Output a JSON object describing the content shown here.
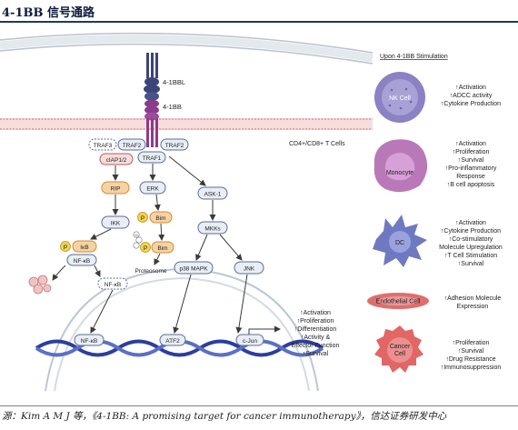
{
  "header": {
    "title": "4-1BB 信号通路"
  },
  "diagram": {
    "ligand_label": "4-1BBL",
    "receptor_label": "4-1BB",
    "cell_label": "CD4+/CD8+ T Cells",
    "nodes": {
      "traf3": "TRAF3",
      "traf2_left": "TRAF2",
      "traf2_right": "TRAF2",
      "traf1": "TRAF1",
      "ciap": "cIAP1/2",
      "rip": "RIP",
      "ikk": "IKK",
      "p_ikb": "P",
      "ikb": "IκB",
      "nfkb_cyto": "NF-κB",
      "erk": "ERK",
      "p_bim1": "P",
      "bim1": "Bim",
      "ub": "Ub",
      "p_bim2": "P",
      "bim2": "Bim",
      "proteosome": "Proteosome",
      "ask1": "ASK-1",
      "mkks": "MKKs",
      "p38": "p38 MAPK",
      "jnk": "JNK",
      "nfkb_nuc": "NF-κB",
      "nfkb_dna": "NF-κB",
      "atf2": "ATF2",
      "cjun": "c-Jun"
    },
    "tcell_outcomes": [
      "↑Activation",
      "↑Proliferation",
      "↑Differentiation",
      "↑Activity &",
      "Effector Function",
      "↑Survival"
    ]
  },
  "stimulation": {
    "title": "Upon 4-1BB Stimulation",
    "cells": [
      {
        "name": "NK Cell",
        "effects": [
          "↑Activation",
          "↑ADCC activity",
          "↑Cytokine Production"
        ]
      },
      {
        "name": "Monocyte",
        "effects": [
          "↑Activation",
          "↑Proliferation",
          "↑Survival",
          "↑Pro-inflammatory",
          "Response",
          "↑B cell apoptosis"
        ]
      },
      {
        "name": "DC",
        "effects": [
          "↑Activation",
          "↑Cytokine Production",
          "↑Co-stimulatory",
          "Molecule Upregulation",
          "↑T Cell Stimulation",
          "↑Survival"
        ]
      },
      {
        "name": "Endothelial Cell",
        "effects": [
          "↑Adhesion Molecule",
          "Expression"
        ]
      },
      {
        "name_lines": [
          "Cancer",
          "Cell"
        ],
        "effects": [
          "↑Proliferation",
          "↑Survival",
          "↑Drug Resistance",
          "↑Immunosuppression"
        ]
      }
    ]
  },
  "footer": {
    "source": "源：Kim A M J 等，《4-1BB: A promising target for cancer immunotherapy》，信达证券研发中心"
  },
  "colors": {
    "membrane": "#e6a4a4",
    "node_fill": "#e9eef6",
    "node_stroke": "#5a6f93",
    "orange_fill": "#f6d3a3",
    "orange_stroke": "#d48a3a",
    "receptor": "#8b3c8a",
    "ligand": "#3d4477",
    "dna_a": "#2c3e9e",
    "dna_b": "#5b6fc7",
    "nk": "#8b82c4",
    "monocyte": "#b979b9",
    "dc": "#6f79c2",
    "endothelial": "#de6f6f",
    "cancer": "#e26666"
  }
}
